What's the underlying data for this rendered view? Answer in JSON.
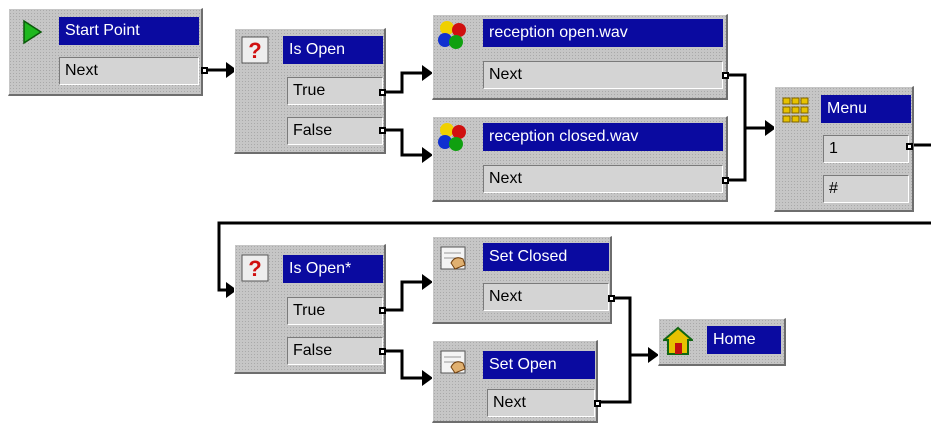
{
  "nodes": {
    "start": {
      "title": "Start Point",
      "rows": [
        "Next"
      ]
    },
    "is_open_1": {
      "title": "Is Open",
      "rows": [
        "True",
        "False"
      ]
    },
    "rec_open": {
      "title": "reception open.wav",
      "rows": [
        "Next"
      ]
    },
    "rec_closed": {
      "title": "reception closed.wav",
      "rows": [
        "Next"
      ]
    },
    "menu": {
      "title": "Menu",
      "rows": [
        "1",
        "#"
      ]
    },
    "is_open_2": {
      "title": "Is Open*",
      "rows": [
        "True",
        "False"
      ]
    },
    "set_closed": {
      "title": "Set Closed",
      "rows": [
        "Next"
      ]
    },
    "set_open": {
      "title": "Set Open",
      "rows": [
        "Next"
      ]
    },
    "home": {
      "title": "Home",
      "rows": []
    }
  },
  "icons": {
    "start": "play-icon",
    "is_open_1": "question-icon",
    "rec_open": "sound-icon",
    "rec_closed": "sound-icon",
    "menu": "keypad-icon",
    "is_open_2": "question-icon",
    "set_closed": "hand-set-icon",
    "set_open": "hand-set-icon",
    "home": "house-icon"
  },
  "colors": {
    "title_bar": "#0a0aa0",
    "title_text": "#ffffff",
    "node_bg": "#c6c6c6",
    "connector": "#000000"
  }
}
